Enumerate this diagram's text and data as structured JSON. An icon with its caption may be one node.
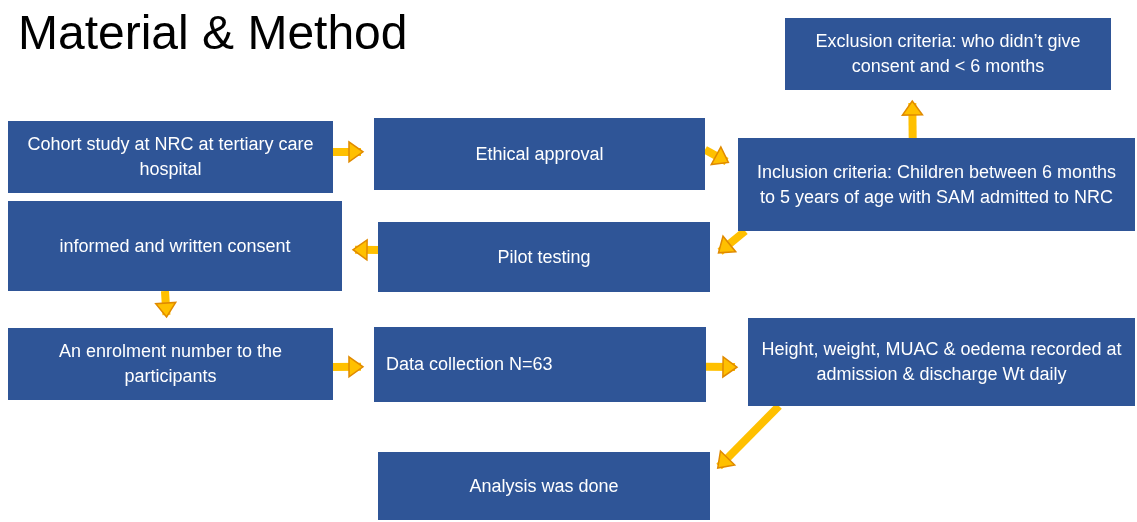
{
  "diagram": {
    "title": "Material & Method",
    "nodes": [
      {
        "text": [
          "Cohort study at NRC at tertiary care hospital"
        ]
      },
      {
        "text": [
          "Ethical approval"
        ]
      },
      {
        "text": [
          "Inclusion criteria: Children between 6 months to 5 years of age  with SAM admitted to NRC"
        ]
      },
      {
        "text": [
          "Exclusion criteria: who didn’t give consent and < 6  months"
        ]
      },
      {
        "text": [
          "informed and written consent"
        ]
      },
      {
        "text": [
          "Pilot testing"
        ]
      },
      {
        "text": [
          "An enrolment number  to the participants"
        ]
      },
      {
        "text": [
          "Data collection N=63"
        ]
      },
      {
        "text": [
          "Height, weight, MUAC & oedema recorded at admission & discharge Wt daily"
        ]
      },
      {
        "text": [
          "Analysis was done"
        ]
      }
    ],
    "edges": [
      {
        "from": 0,
        "to": 1,
        "arrow": "to"
      },
      {
        "from": 1,
        "to": 2,
        "arrow": "to"
      },
      {
        "from": 2,
        "to": 3,
        "arrow": "to"
      },
      {
        "from": 2,
        "to": 5,
        "arrow": "to"
      },
      {
        "from": 5,
        "to": 4,
        "arrow": "to"
      },
      {
        "from": 4,
        "to": 6,
        "arrow": "to"
      },
      {
        "from": 6,
        "to": 7,
        "arrow": "to"
      },
      {
        "from": 7,
        "to": 8,
        "arrow": "to"
      },
      {
        "from": 8,
        "to": 9,
        "arrow": "to"
      }
    ]
  }
}
